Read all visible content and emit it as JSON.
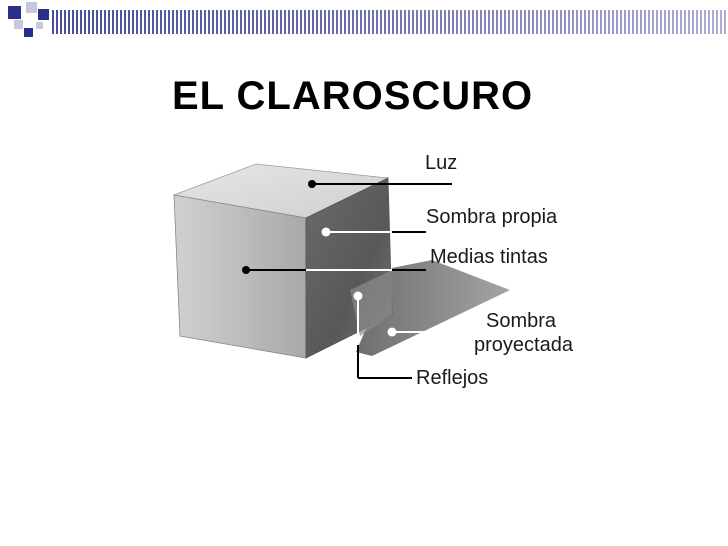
{
  "slide": {
    "title": "EL CLAROSCURO"
  },
  "diagram": {
    "labels": {
      "luz": "Luz",
      "sombra_propia": "Sombra propia",
      "medias_tintas": "Medias tintas",
      "sombra_proyectada_line1": "Sombra",
      "sombra_proyectada_line2": "proyectada",
      "reflejos": "Reflejos"
    }
  },
  "colors": {
    "accent": "#2b2f8a",
    "accent_light": "#c6c8df"
  }
}
